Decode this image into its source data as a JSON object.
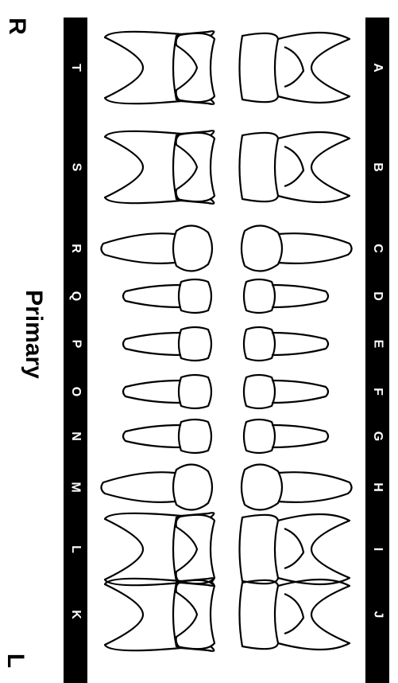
{
  "corner_labels": {
    "right": "R",
    "left": "L"
  },
  "title": "Primary",
  "upper_letters": [
    "A",
    "B",
    "C",
    "D",
    "E",
    "F",
    "G",
    "H",
    "I",
    "J"
  ],
  "lower_letters": [
    "T",
    "S",
    "R",
    "Q",
    "P",
    "O",
    "N",
    "M",
    "L",
    "K"
  ],
  "teeth_types": [
    "molar",
    "molar",
    "canine",
    "incisor",
    "incisor",
    "incisor",
    "incisor",
    "canine",
    "molar",
    "molar"
  ],
  "colors": {
    "band": "#000000",
    "band_text": "#ffffff",
    "outline": "#000000",
    "background": "#ffffff"
  }
}
